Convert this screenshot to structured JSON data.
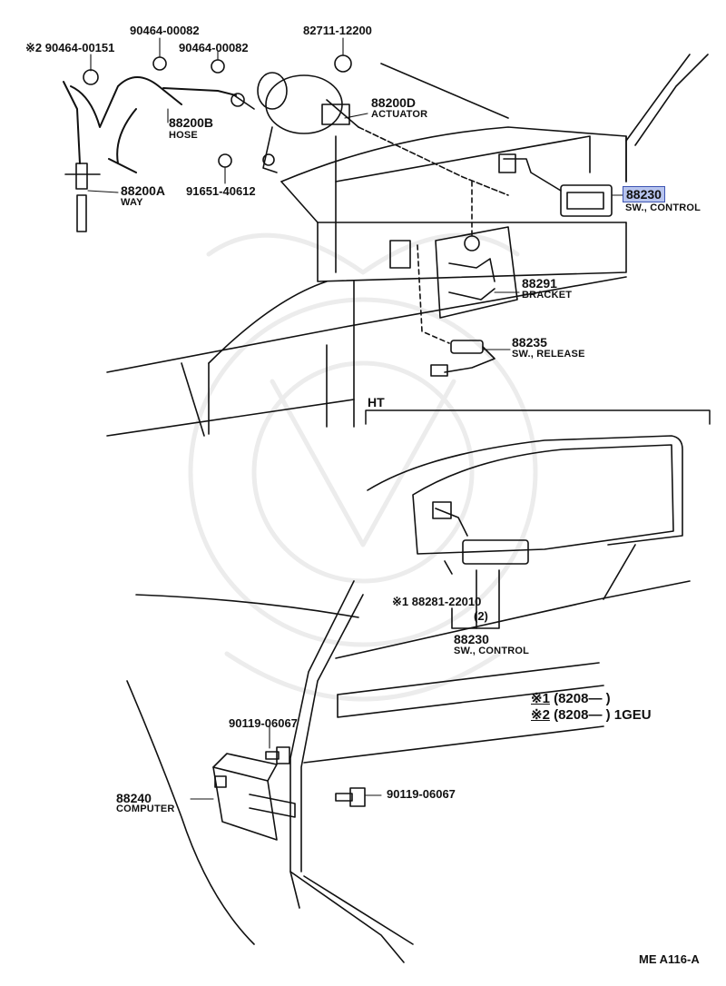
{
  "diagram": {
    "parts": [
      {
        "id": "p_90464_00151",
        "number": "※2 90464-00151",
        "name": ""
      },
      {
        "id": "p_90464_00082_a",
        "number": "90464-00082",
        "name": ""
      },
      {
        "id": "p_90464_00082_b",
        "number": "90464-00082",
        "name": ""
      },
      {
        "id": "p_82711_12200",
        "number": "82711-12200",
        "name": ""
      },
      {
        "id": "p_88200d",
        "number": "88200D",
        "name": "ACTUATOR"
      },
      {
        "id": "p_88200b",
        "number": "88200B",
        "name": "HOSE"
      },
      {
        "id": "p_88200a",
        "number": "88200A",
        "name": "WAY"
      },
      {
        "id": "p_91651_40612",
        "number": "91651-40612",
        "name": ""
      },
      {
        "id": "p_88230_top",
        "number": "88230",
        "name": "SW., CONTROL",
        "highlighted": true
      },
      {
        "id": "p_88291",
        "number": "88291",
        "name": "BRACKET"
      },
      {
        "id": "p_88235",
        "number": "88235",
        "name": "SW., RELEASE"
      },
      {
        "id": "p_88281",
        "number": "※1 88281-22010",
        "name": ""
      },
      {
        "id": "p_88281_qty",
        "number": "(2)",
        "name": ""
      },
      {
        "id": "p_88230_ht",
        "number": "88230",
        "name": "SW., CONTROL"
      },
      {
        "id": "p_90119_a",
        "number": "90119-06067",
        "name": ""
      },
      {
        "id": "p_90119_b",
        "number": "90119-06067",
        "name": ""
      },
      {
        "id": "p_88240",
        "number": "88240",
        "name": "COMPUTER"
      }
    ],
    "section_label": "HT",
    "notes": [
      {
        "mark": "※1",
        "text": "(8208—          )"
      },
      {
        "mark": "※2",
        "text": "(8208—          )  1GEU"
      }
    ],
    "footer_code": "ME  A116-A",
    "highlight_color": "#b7c4ee"
  }
}
